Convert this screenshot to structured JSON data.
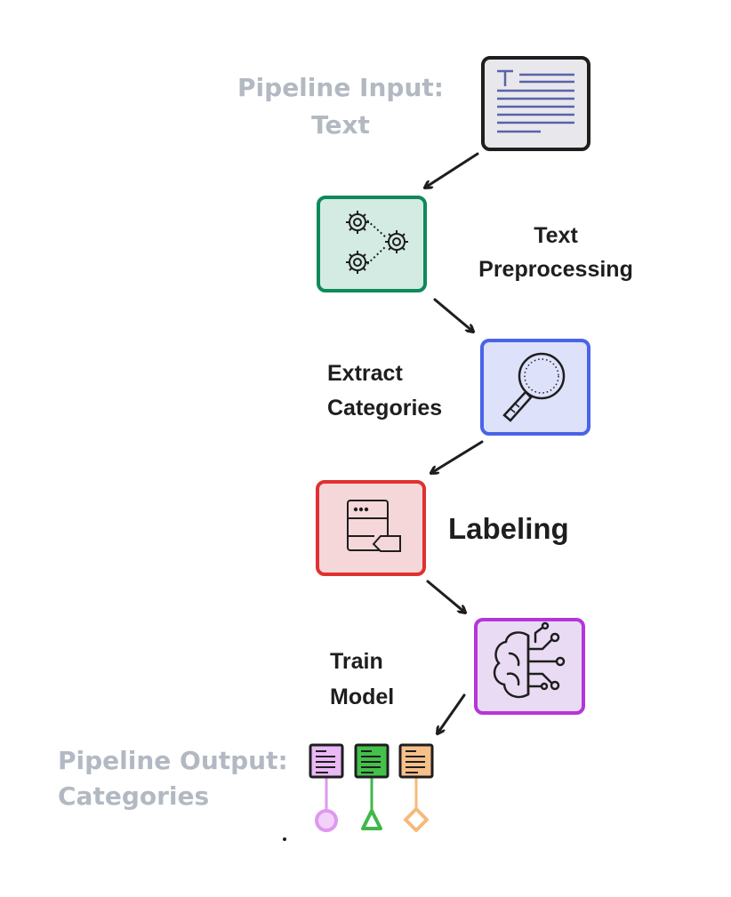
{
  "input_label": [
    "Pipeline Input:",
    "Text"
  ],
  "output_label": [
    "Pipeline Output:",
    "Categories"
  ],
  "steps": {
    "preprocessing": {
      "label": [
        "Text",
        "Preprocessing"
      ],
      "icon": "gears-icon",
      "fill": "#d3ebe2",
      "stroke": "#0e8a5a"
    },
    "extract": {
      "label": [
        "Extract",
        "Categories"
      ],
      "icon": "magnifier-icon",
      "fill": "#dde1fa",
      "stroke": "#4a63e8"
    },
    "labeling": {
      "label": [
        "Labeling"
      ],
      "icon": "label-tag-icon",
      "fill": "#f6d7d9",
      "stroke": "#e03131"
    },
    "train": {
      "label": [
        "Train",
        "Model"
      ],
      "icon": "brain-circuit-icon",
      "fill": "#eadbf5",
      "stroke": "#b535d8"
    }
  },
  "input_icon": "text-document-icon",
  "colors": {
    "document_fill": "#e8e8ec",
    "document_stroke": "#1e1e1e",
    "arrow": "#1e1e1e",
    "muted_text": "#b3b9c2",
    "output_1": "#dd99f0",
    "output_2": "#3fb84a",
    "output_3": "#f7b97a"
  },
  "outputs": [
    {
      "icon": "document-circle-icon",
      "shape": "circle"
    },
    {
      "icon": "document-triangle-icon",
      "shape": "triangle"
    },
    {
      "icon": "document-diamond-icon",
      "shape": "diamond"
    }
  ]
}
